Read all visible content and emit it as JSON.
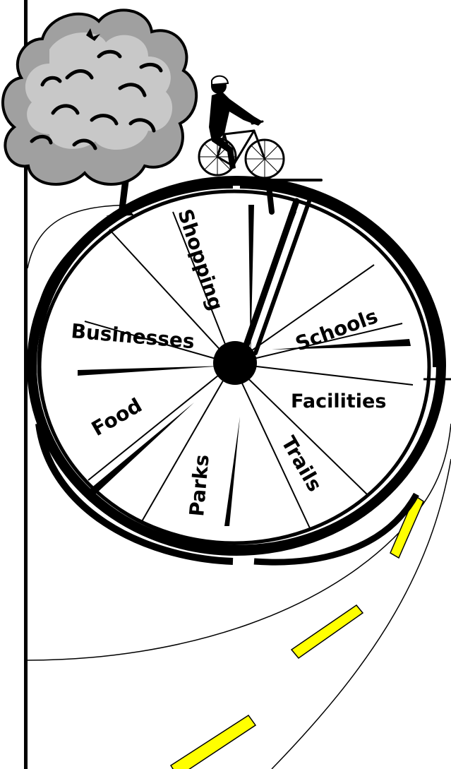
{
  "labels": {
    "shopping": "Shopping",
    "schools": "Schools",
    "businesses": "Businesses",
    "facilities": "Facilities",
    "food": "Food",
    "parks": "Parks",
    "trails": "Trails"
  },
  "colors": {
    "ink": "#000000",
    "road_dash": "#ffff00",
    "tree_light": "#d8d8d8",
    "tree_mid": "#a0a0a0",
    "tree_dark": "#6a6a6a",
    "background": "#ffffff"
  },
  "icons": [
    "tree-icon",
    "cyclist-icon",
    "bicycle-wheel-icon",
    "road-icon"
  ]
}
